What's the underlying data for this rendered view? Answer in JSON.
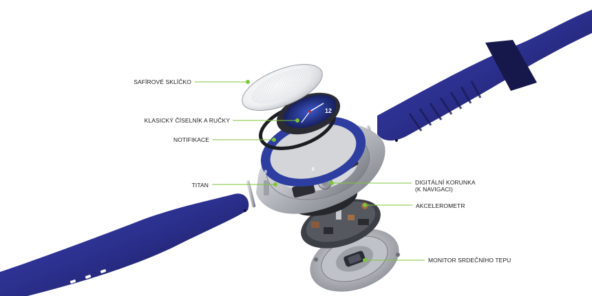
{
  "diagram": {
    "labels": {
      "sapphire": "SAFÍROVÉ SKLÍČKO",
      "dial": "KLASICKÝ ČÍSELNÍK A RUČKY",
      "notifications": "NOTIFIKACE",
      "titanium": "TITAN",
      "crown_line1": "DIGITÁLNÍ KORUNKA",
      "crown_line2": "(K NAVIGACI)",
      "accelerometer": "AKCELEROMETR",
      "heart_rate": "MONITOR SRDEČNÍHO TEPU"
    },
    "dial_numbers": {
      "twelve": "12",
      "six": "6",
      "eight": "8"
    },
    "colors": {
      "leader_line": "#7cc63a",
      "strap_blue": "#2b2f8c",
      "strap_dark": "#16174a",
      "bezel_blue": "#2d3ea0",
      "metal": "#b9bcc2"
    }
  }
}
